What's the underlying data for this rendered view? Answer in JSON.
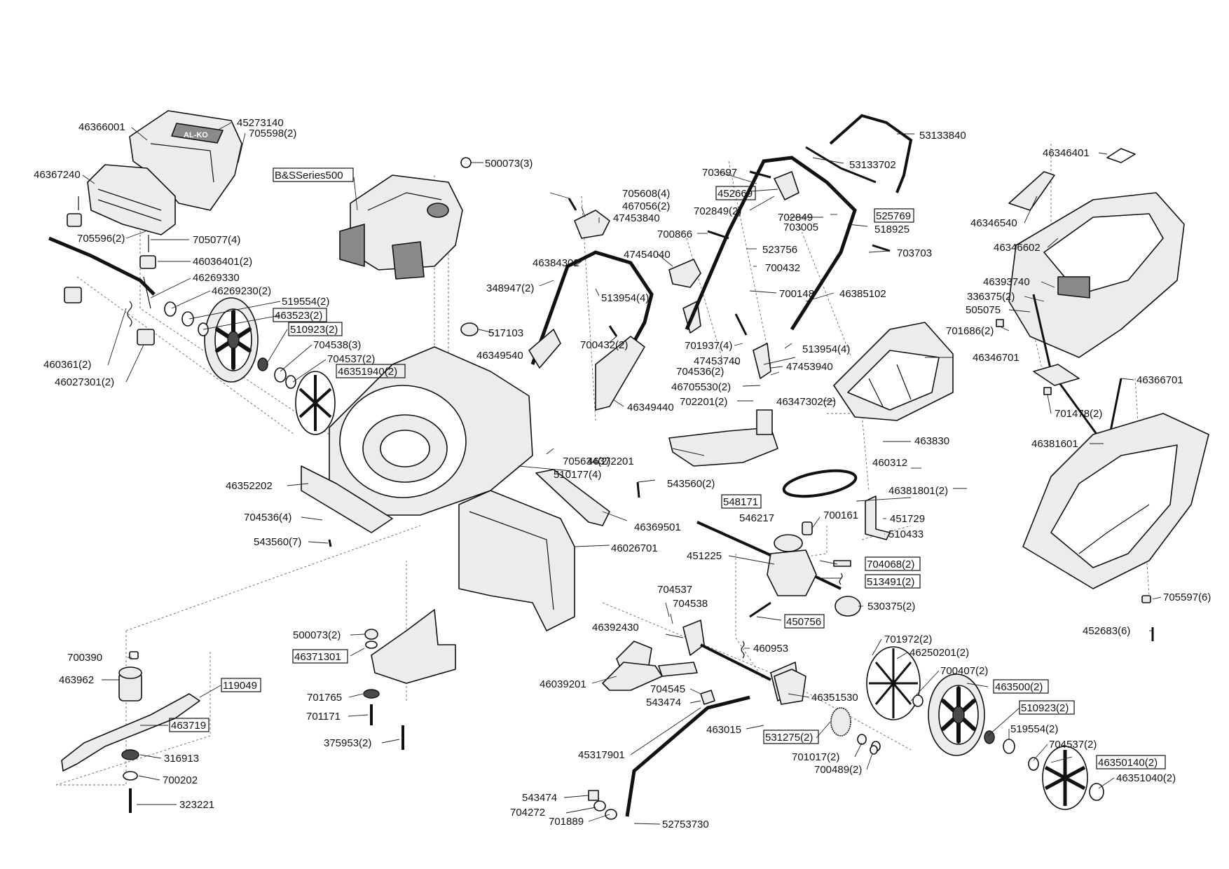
{
  "labels": {
    "l46366001": "46366001",
    "l45273140": "45273140",
    "l705598": "705598(2)",
    "l46367240": "46367240",
    "l705596": "705596(2)",
    "l705077": "705077(4)",
    "l46036401": "46036401(2)",
    "l46269330": "46269330",
    "l46269230": "46269230(2)",
    "l519554a": "519554(2)",
    "l463523": "463523(2)",
    "l510923a": "510923(2)",
    "l704538a": "704538(3)",
    "l704537a": "704537(2)",
    "l46351940": "46351940(2)",
    "l460361": "460361(2)",
    "l46027301": "46027301(2)",
    "lBS": "B&SSeries500",
    "l500073a": "500073(3)",
    "l517103": "517103",
    "l46349540": "46349540",
    "l46352202": "46352202",
    "l704536a": "704536(4)",
    "l543560a": "543560(7)",
    "l705634": "705634(2)",
    "l46372201": "46372201",
    "l510177": "510177(4)",
    "l543560b": "543560(2)",
    "l46369501": "46369501",
    "l46026701": "46026701",
    "l705608": "705608(4)",
    "l467056": "467056(2)",
    "l47453840": "47453840",
    "l46384302": "46384302",
    "l47454040": "47454040",
    "l348947": "348947(2)",
    "l513954a": "513954(4)",
    "l700432a": "700432(2)",
    "l46349440": "46349440",
    "l703697": "703697",
    "l452669": "452669",
    "l702849a": "702849(2)",
    "l702849b": "702849",
    "l703005": "703005",
    "l525769": "525769",
    "l518925": "518925",
    "l700866": "700866",
    "l523756": "523756",
    "l700432b": "700432",
    "l700148": "700148",
    "l46385102": "46385102",
    "l703703": "703703",
    "l53133840": "53133840",
    "l53133702": "53133702",
    "l701937": "701937(4)",
    "l47453740": "47453740",
    "l704536b": "704536(2)",
    "l513954b": "513954(4)",
    "l47453940": "47453940",
    "l46705530": "46705530(2)",
    "l702201": "702201(2)",
    "l46347302": "46347302(2)",
    "l46346701": "46346701",
    "l463830": "463830",
    "l460312": "460312",
    "l46381801": "46381801(2)",
    "l548171": "548171",
    "l546217": "546217",
    "l700161": "700161",
    "l451729": "451729",
    "l510433": "510433",
    "l451225": "451225",
    "l704068": "704068(2)",
    "l513491": "513491(2)",
    "l530375": "530375(2)",
    "l450756": "450756",
    "l460953": "460953",
    "l704537b": "704537",
    "l704538b": "704538",
    "l46392430": "46392430",
    "l46039201": "46039201",
    "l704545": "704545",
    "l543474a": "543474",
    "l46351530": "46351530",
    "l463015": "463015",
    "l531275": "531275(2)",
    "l701017": "701017(2)",
    "l700489": "700489(2)",
    "l45317901": "45317901",
    "l543474b": "543474",
    "l704272": "704272",
    "l701889": "701889",
    "l52753730": "52753730",
    "l701972": "701972(2)",
    "l46250201": "46250201(2)",
    "l700407": "700407(2)",
    "l463500": "463500(2)",
    "l510923b": "510923(2)",
    "l519554b": "519554(2)",
    "l704537c": "704537(2)",
    "l46350140": "46350140(2)",
    "l46351040": "46351040(2)",
    "l700390": "700390",
    "l463962": "463962",
    "l119049": "119049",
    "l463719": "463719",
    "l316913": "316913",
    "l700202": "700202",
    "l323221": "323221",
    "l500073b": "500073(2)",
    "l46371301": "46371301",
    "l701765": "701765",
    "l701171": "701171",
    "l375953": "375953(2)",
    "l46346401": "46346401",
    "l46346540": "46346540",
    "l46346602": "46346602",
    "l46393740": "46393740",
    "l336375": "336375(2)",
    "l505075": "505075",
    "l701686": "701686(2)",
    "l46366701": "46366701",
    "l701478": "701478(2)",
    "l46381601": "46381601",
    "l705597": "705597(6)",
    "l452683": "452683(6)"
  },
  "logo_text": "AL-KO"
}
